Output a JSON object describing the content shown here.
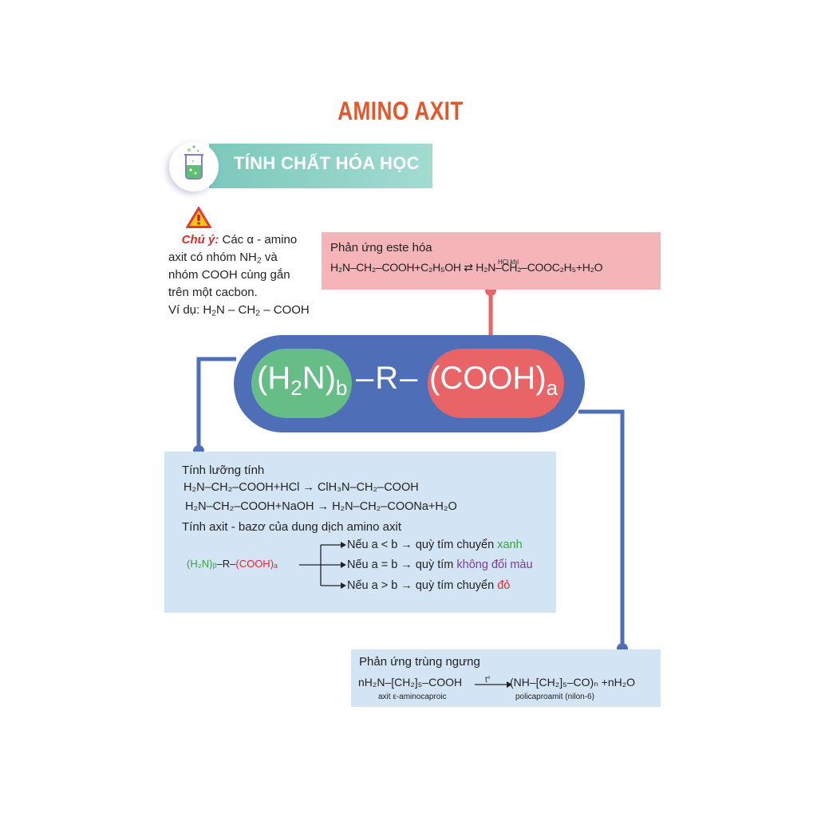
{
  "title": "AMINO AXIT",
  "section": {
    "label": "TÍNH CHẤT HÓA HỌC",
    "icon": "beaker-icon"
  },
  "note": {
    "warning_icon": "warning-icon",
    "lead": "Chú ý:",
    "line1": " Các α - amino",
    "line2a": "axit có nhóm NH",
    "line2b": "2",
    "line2c": " và",
    "line3": "nhóm COOH cùng gắn",
    "line4": "trên một cacbon.",
    "ex_a": "Ví dụ: H",
    "ex_b": "2",
    "ex_c": "N – CH",
    "ex_d": "2",
    "ex_e": " – COOH"
  },
  "formula": {
    "left_a": "(H",
    "left_sub1": "2",
    "left_b": "N)",
    "left_sub2": "b",
    "middle": "–R–",
    "right_a": "(COOH)",
    "right_sub": "a"
  },
  "esterification": {
    "title": "Phản ứng este hóa",
    "equation": "H₂N–CH₂–COOH+C₂H₅OH ⇄ H₂N–CH₂–COOC₂H₅+H₂O",
    "condition": "HCl khí"
  },
  "amphoteric": {
    "title": "Tính lưỡng tính",
    "eq1": "H₂N–CH₂–COOH+HCl → ClH₃N–CH₂–COOH",
    "eq2": "H₂N–CH₂–COOH+NaOH → H₂N–CH₂–COONa+H₂O",
    "subtitle": "Tính axit - bazơ của dung dịch amino axit",
    "mini_left": "(H₂N)ᵦ",
    "mini_mid": "–R–",
    "mini_right": "(COOH)ₐ",
    "case1_a": "Nếu a < b → quỳ tím chuyển ",
    "case1_b": "xanh",
    "case2_a": "Nếu a = b → quỳ tím ",
    "case2_b": "không đổi màu",
    "case3_a": "Nếu a > b → quỳ tím chuyển ",
    "case3_b": "đỏ"
  },
  "polycondensation": {
    "title": "Phản ứng trùng ngưng",
    "equation_left": "nH₂N–[CH₂]₅–COOH",
    "condition": "t°",
    "equation_right": "(NH–[CH₂]₅–CO)ₙ +nH₂O",
    "label_left": "axit ε-aminocaproic",
    "label_right": "policaproamit (nilon-6)"
  },
  "colors": {
    "title": "#e2572b",
    "section_band": "#7cc9bb",
    "pill": "#4e6fb8",
    "amine": "#66bd85",
    "acid": "#e86467",
    "ester_box": "#f5b5b8",
    "info_box": "#d3e4f5"
  }
}
